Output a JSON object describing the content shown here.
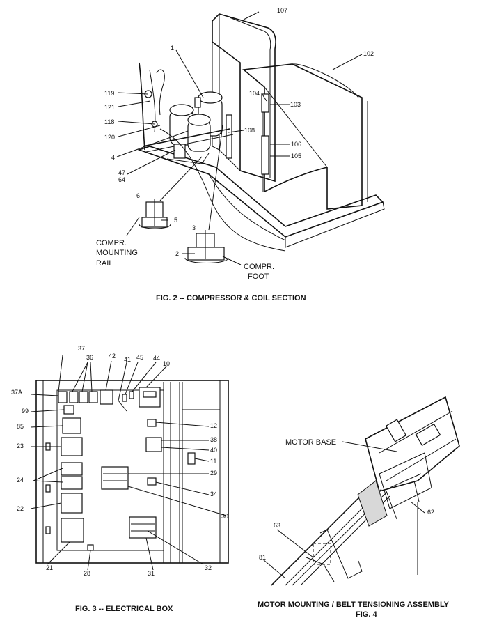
{
  "fig2": {
    "caption": "FIG. 2 -- COMPRESSOR & COIL SECTION",
    "callouts": {
      "c1": "1",
      "c107": "107",
      "c102": "102",
      "c119": "119",
      "c121": "121",
      "c118": "118",
      "c120": "120",
      "c104": "104",
      "c103": "103",
      "c108": "108",
      "c106": "106",
      "c105": "105",
      "c4": "4",
      "c47": "47",
      "c64": "64",
      "c6": "6",
      "c5": "5",
      "c3": "3",
      "c2": "2"
    },
    "rail_label": [
      "COMPR.",
      "MOUNTING",
      "RAIL"
    ],
    "foot_label": [
      "COMPR.",
      "FOOT"
    ]
  },
  "fig3": {
    "caption": "FIG. 3 -- ELECTRICAL BOX",
    "callouts": {
      "c37": "37",
      "c36": "36",
      "c42": "42",
      "c41": "41",
      "c45": "45",
      "c44": "44",
      "c10": "10",
      "c37A": "37A",
      "c99": "99",
      "c85": "85",
      "c12": "12",
      "c38": "38",
      "c23": "23",
      "c40": "40",
      "c11": "11",
      "c24": "24",
      "c29": "29",
      "c34": "34",
      "c22": "22",
      "c30": "30",
      "c21": "21",
      "c28": "28",
      "c31": "31",
      "c32": "32"
    }
  },
  "fig4": {
    "caption_line1": "MOTOR MOUNTING / BELT TENSIONING ASSEMBLY",
    "caption_line2": "FIG. 4",
    "motor_base": "MOTOR BASE",
    "callouts": {
      "c62": "62",
      "c63": "63",
      "c81": "81"
    }
  }
}
